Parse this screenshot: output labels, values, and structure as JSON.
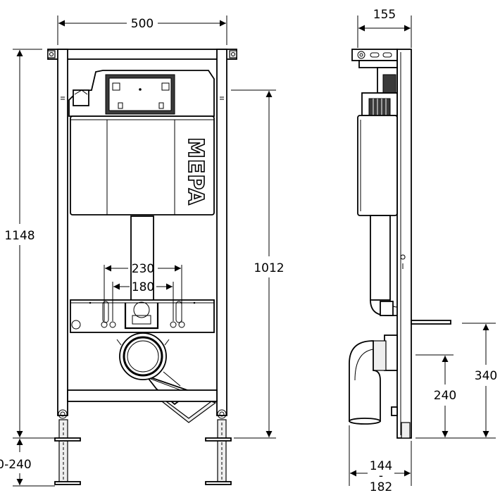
{
  "front_view": {
    "width_dim": "500",
    "height_total_dim": "1148",
    "height_tank_dim": "1012",
    "leg_dim": "0-240",
    "bolt_outer_dim": "230",
    "bolt_inner_dim": "180",
    "logo_text": "MEPA"
  },
  "side_view": {
    "depth_dim": "155",
    "height_outlet_dim": "340",
    "height_drain_dim": "240",
    "depth_range_min": "144",
    "depth_range_sep": "-",
    "depth_range_max": "182"
  }
}
